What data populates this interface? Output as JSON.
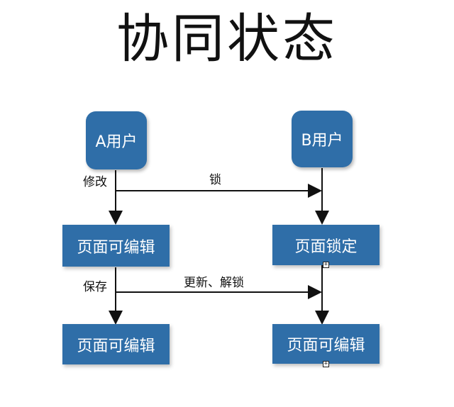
{
  "title": "协同状态",
  "nodes": {
    "user_a": "A用户",
    "user_b": "B用户",
    "a_editable_1": "页面可编辑",
    "b_locked": "页面锁定",
    "a_editable_2": "页面可编辑",
    "b_editable": "页面可编辑"
  },
  "edges": {
    "modify": "修改",
    "lock": "锁",
    "save": "保存",
    "update_unlock": "更新、解锁"
  },
  "markers": {
    "plus": "+"
  },
  "colors": {
    "node_fill": "#2f6ea8",
    "node_text": "#ffffff",
    "line": "#111111"
  }
}
